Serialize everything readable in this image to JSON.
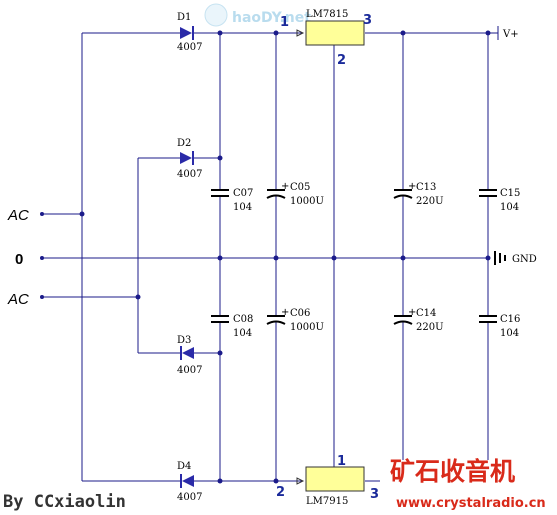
{
  "inputs": {
    "ac_top": "AC",
    "zero": "0",
    "ac_bottom": "AC"
  },
  "diodes": [
    {
      "ref": "D1",
      "part": "4007"
    },
    {
      "ref": "D2",
      "part": "4007"
    },
    {
      "ref": "D3",
      "part": "4007"
    },
    {
      "ref": "D4",
      "part": "4007"
    }
  ],
  "regulators": {
    "top": {
      "part": "LM7815",
      "pin_in": "1",
      "pin_out": "3",
      "pin_gnd": "2"
    },
    "bottom": {
      "part": "LM7915",
      "pin_gnd": "2",
      "pin_in": "1",
      "pin_out": "3"
    }
  },
  "capacitors": {
    "c07": {
      "ref": "C07",
      "value": "104"
    },
    "c05": {
      "ref": "C05",
      "value": "1000U"
    },
    "c13": {
      "ref": "C13",
      "value": "220U"
    },
    "c15": {
      "ref": "C15",
      "value": "104"
    },
    "c08": {
      "ref": "C08",
      "value": "104"
    },
    "c06": {
      "ref": "C06",
      "value": "1000U"
    },
    "c14": {
      "ref": "C14",
      "value": "220U"
    },
    "c16": {
      "ref": "C16",
      "value": "104"
    }
  },
  "outputs": {
    "vplus": "V+",
    "gnd": "GND"
  },
  "footer": {
    "author": "By CCxiaolin",
    "brand": "矿石收音机",
    "url": "www.crystalradio.cn"
  },
  "watermark": {
    "text": "haoDY.net"
  },
  "colors": {
    "wire": "#1b1b8a",
    "regulator_fill": "#ffff99",
    "pin_label": "#1a2a9a",
    "brand": "#d92a1a",
    "diode": "#2a2aa8"
  }
}
